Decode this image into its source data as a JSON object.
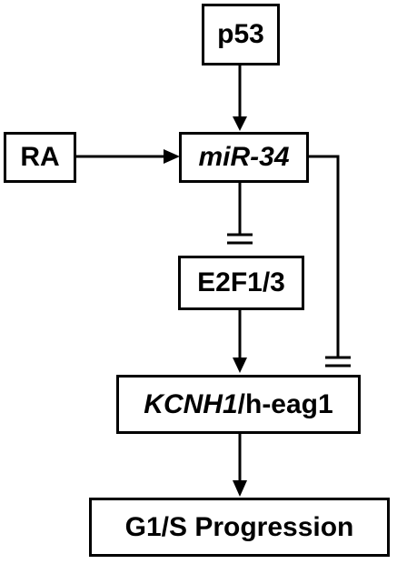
{
  "nodes": {
    "p53": "p53",
    "ra": "RA",
    "mir34": "miR-34",
    "e2f": "E2F1/3",
    "kcnh1_gene": "KCNH1",
    "kcnh1_rest": "/h-eag1",
    "g1s": "G1/S Progression"
  },
  "edges": [
    {
      "from": "p53",
      "to": "miR-34",
      "type": "activation"
    },
    {
      "from": "RA",
      "to": "miR-34",
      "type": "activation"
    },
    {
      "from": "miR-34",
      "to": "E2F1/3",
      "type": "inhibition"
    },
    {
      "from": "miR-34",
      "to": "KCNH1/h-eag1",
      "type": "inhibition"
    },
    {
      "from": "E2F1/3",
      "to": "KCNH1/h-eag1",
      "type": "activation"
    },
    {
      "from": "KCNH1/h-eag1",
      "to": "G1/S Progression",
      "type": "activation"
    }
  ],
  "colors": {
    "stroke": "#000000",
    "background": "#ffffff"
  }
}
